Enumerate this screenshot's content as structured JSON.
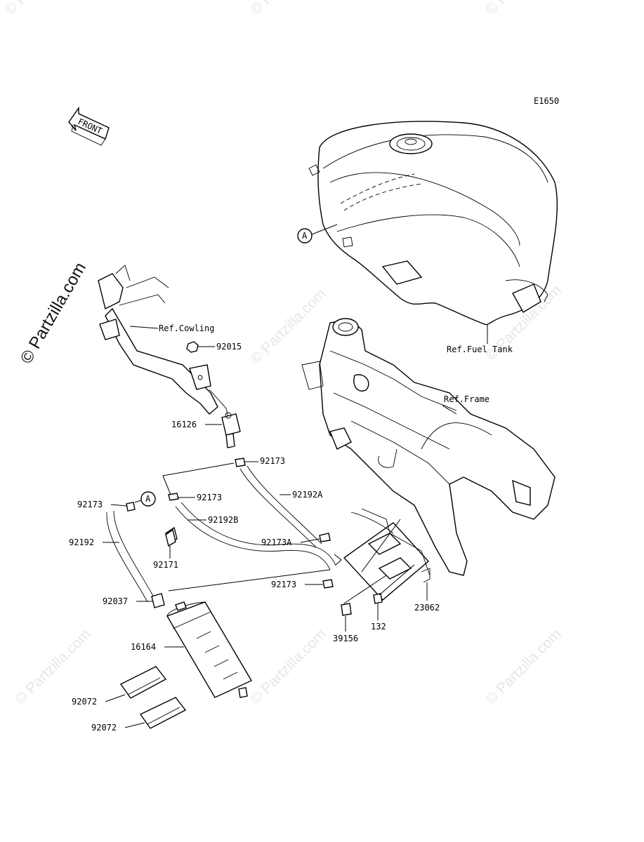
{
  "diagram_code": "E1650",
  "front_arrow_label": "FRONT",
  "watermark": "© Partzilla.com",
  "callout_letter": "A",
  "references": {
    "cowling": "Ref.Cowling",
    "fuel_tank": "Ref.Fuel Tank",
    "frame": "Ref.Frame"
  },
  "parts": [
    {
      "id": "92015",
      "label": "92015"
    },
    {
      "id": "16126",
      "label": "16126"
    },
    {
      "id": "92173-a",
      "label": "92173"
    },
    {
      "id": "92173-b",
      "label": "92173"
    },
    {
      "id": "92192A",
      "label": "92192A"
    },
    {
      "id": "92192B",
      "label": "92192B"
    },
    {
      "id": "92173-c",
      "label": "92173"
    },
    {
      "id": "92192",
      "label": "92192"
    },
    {
      "id": "92171",
      "label": "92171"
    },
    {
      "id": "92173A",
      "label": "92173A"
    },
    {
      "id": "92173-d",
      "label": "92173"
    },
    {
      "id": "92037",
      "label": "92037"
    },
    {
      "id": "16164",
      "label": "16164"
    },
    {
      "id": "92072-a",
      "label": "92072"
    },
    {
      "id": "92072-b",
      "label": "92072"
    },
    {
      "id": "39156",
      "label": "39156"
    },
    {
      "id": "132",
      "label": "132"
    },
    {
      "id": "23062",
      "label": "23062"
    }
  ]
}
